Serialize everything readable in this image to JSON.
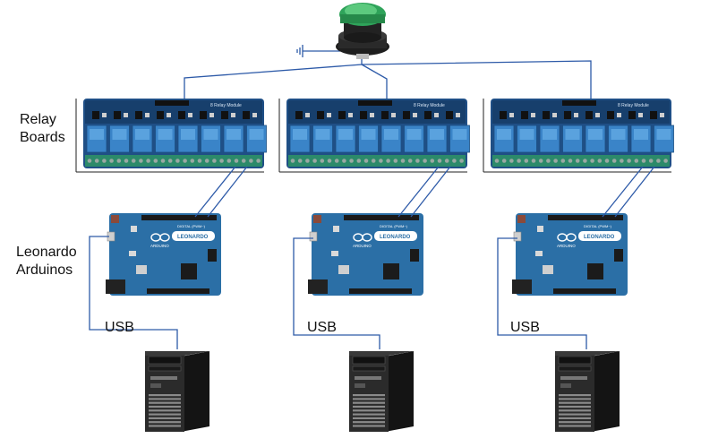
{
  "labels": {
    "relay": [
      "Relay",
      "Boards"
    ],
    "leonardo": [
      "Leonardo",
      "Arduinos"
    ],
    "usb": "USB"
  },
  "relay_board": {
    "silk_text": "8 Relay Module"
  },
  "arduino": {
    "logo_text": "ARDUINO",
    "model_text": "LEONARDO",
    "digital_text": "DIGITAL (PWM~)"
  },
  "colors": {
    "wire": "#2d5aa8",
    "relay_pcb": "#1f4f86",
    "relay_block": "#3a84c8",
    "arduino_pcb": "#2b6fa6",
    "button_cap": "#2fa35a",
    "pc_body": "#2b2b2b"
  },
  "columns": [
    {
      "id": "left"
    },
    {
      "id": "middle"
    },
    {
      "id": "right"
    }
  ]
}
